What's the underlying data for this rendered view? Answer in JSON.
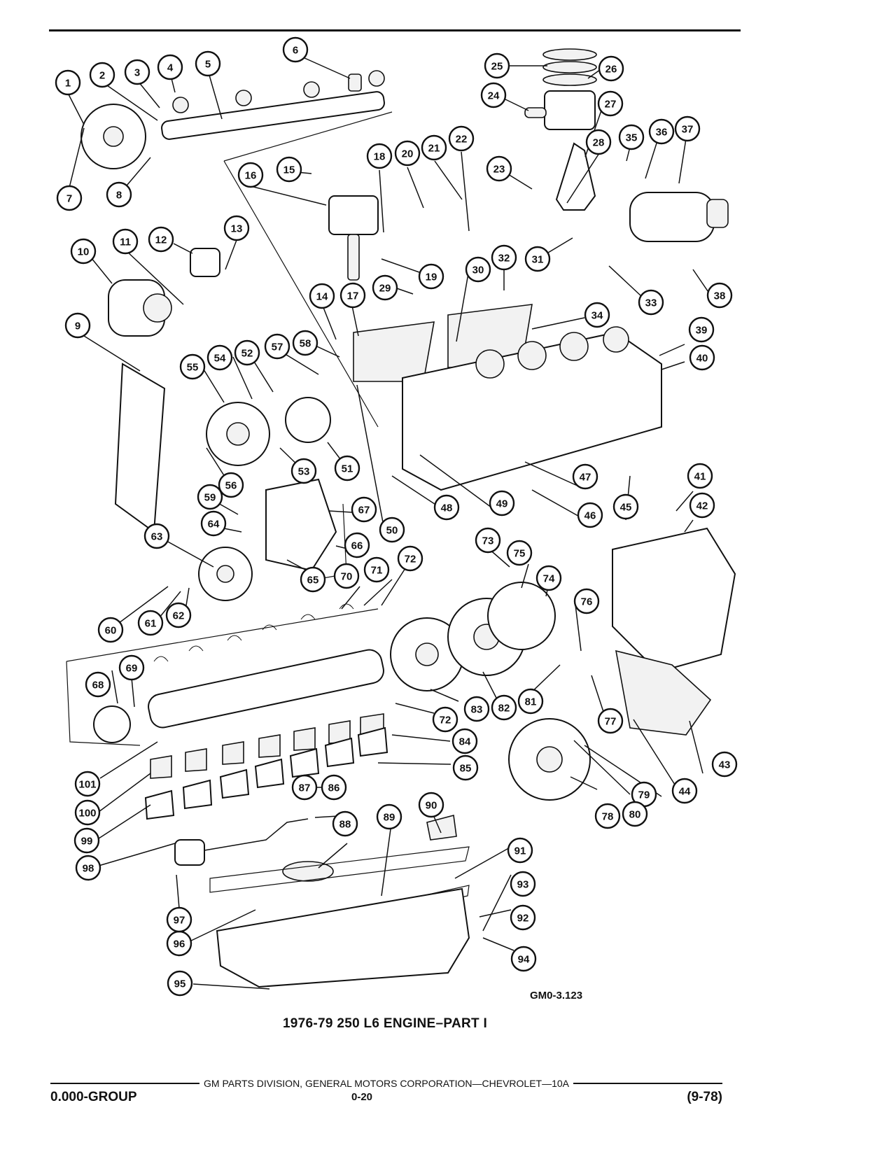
{
  "diagram": {
    "callouts": [
      "1",
      "2",
      "3",
      "4",
      "5",
      "6",
      "7",
      "8",
      "9",
      "10",
      "11",
      "12",
      "13",
      "14",
      "15",
      "16",
      "17",
      "18",
      "19",
      "20",
      "21",
      "22",
      "23",
      "24",
      "25",
      "26",
      "27",
      "28",
      "29",
      "30",
      "31",
      "32",
      "33",
      "34",
      "35",
      "36",
      "37",
      "38",
      "39",
      "40",
      "41",
      "42",
      "43",
      "44",
      "45",
      "46",
      "47",
      "48",
      "49",
      "50",
      "51",
      "52",
      "53",
      "54",
      "55",
      "56",
      "57",
      "58",
      "59",
      "60",
      "61",
      "62",
      "63",
      "64",
      "65",
      "66",
      "67",
      "68",
      "69",
      "70",
      "71",
      "72",
      "72",
      "73",
      "74",
      "75",
      "76",
      "77",
      "78",
      "79",
      "80",
      "81",
      "82",
      "83",
      "84",
      "85",
      "86",
      "87",
      "88",
      "89",
      "90",
      "91",
      "92",
      "93",
      "94",
      "95",
      "96",
      "97",
      "98",
      "99",
      "100",
      "101"
    ],
    "code": "GM0-3.123",
    "caption": "1976-79 250 L6 ENGINE–PART I"
  },
  "footer": {
    "publisher": "GM PARTS DIVISION, GENERAL MOTORS CORPORATION—CHEVROLET—10A",
    "group": "0.000-GROUP",
    "page": "0-20",
    "revision": "(9-78)"
  }
}
